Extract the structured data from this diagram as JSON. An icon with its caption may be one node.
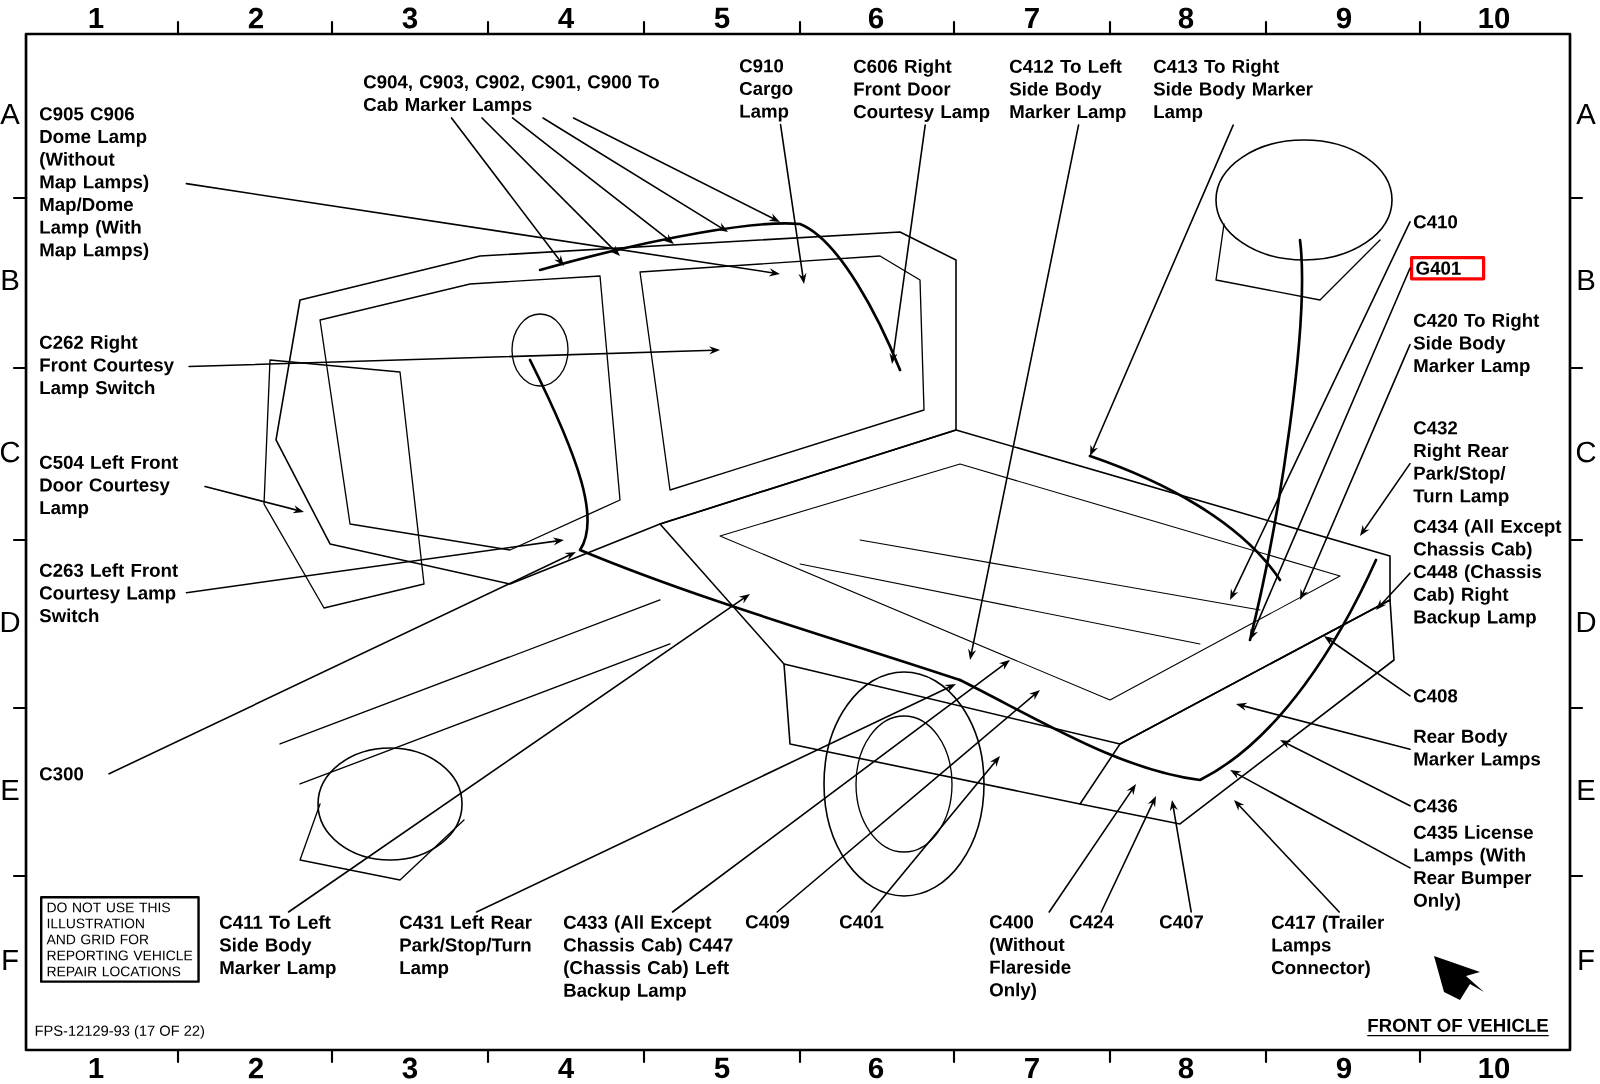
{
  "diagram": {
    "nodes": [
      {
        "text": [
          "C904, C903, C902, C901, C900 To Cab Marker Lamps"
        ]
      },
      {
        "text": [
          "C910 Cargo Lamp"
        ]
      },
      {
        "text": [
          "C606 Right Front Door Courtesy Lamp"
        ]
      },
      {
        "text": [
          "C412 To Left Side Body Marker Lamp"
        ]
      },
      {
        "text": [
          "C413 To Right Side Body Marker Lamp"
        ]
      },
      {
        "text": [
          "C905 C906 Dome Lamp (Without Map Lamps) Map/Dome Lamp (With Map Lamps)"
        ]
      },
      {
        "text": [
          "C262 Right Front Courtesy Lamp Switch"
        ]
      },
      {
        "text": [
          "C504 Left Front Door Courtesy Lamp"
        ]
      },
      {
        "text": [
          "C263 Left Front Courtesy Lamp Switch"
        ]
      },
      {
        "text": [
          "C300"
        ]
      },
      {
        "text": [
          "C411 To Left Side Body Marker Lamp"
        ]
      },
      {
        "text": [
          "C431 Left Rear Park/Stop/Turn Lamp"
        ]
      },
      {
        "text": [
          "C433 (All Except Chassis Cab) C447 (Chassis Cab) Left Backup Lamp"
        ]
      },
      {
        "text": [
          "C409"
        ]
      },
      {
        "text": [
          "C401"
        ]
      },
      {
        "text": [
          "C400 (Without Flareside Only)"
        ]
      },
      {
        "text": [
          "C424"
        ]
      },
      {
        "text": [
          "C407"
        ]
      },
      {
        "text": [
          "C417 (Trailer Lamps Connector)"
        ]
      },
      {
        "text": [
          "C410"
        ]
      },
      {
        "text": [
          "G401"
        ]
      },
      {
        "text": [
          "C420 To Right Side Body Marker Lamp"
        ]
      },
      {
        "text": [
          "C432 Right Rear Park/Stop/ Turn Lamp"
        ]
      },
      {
        "text": [
          "C434 (All Except Chassis Cab) C448 (Chassis Cab) Right Backup Lamp"
        ]
      },
      {
        "text": [
          "C408"
        ]
      },
      {
        "text": [
          "Rear Body Marker Lamps"
        ]
      },
      {
        "text": [
          "C436"
        ]
      },
      {
        "text": [
          "C435 License Lamps (With Rear Bumper Only)"
        ]
      },
      {
        "text": [
          "DO NOT USE THIS ILLUSTRATION AND GRID FOR REPORTING VEHICLE REPAIR LOCATIONS"
        ]
      }
    ],
    "edges": [
      {
        "from": 0,
        "to": null,
        "arrow": "to"
      },
      {
        "from": 0,
        "to": null,
        "arrow": "to"
      },
      {
        "from": 0,
        "to": null,
        "arrow": "to"
      },
      {
        "from": 0,
        "to": null,
        "arrow": "to"
      },
      {
        "from": 0,
        "to": null,
        "arrow": "to"
      },
      {
        "from": 1,
        "to": null,
        "arrow": "to"
      },
      {
        "from": 2,
        "to": null,
        "arrow": "to"
      },
      {
        "from": 3,
        "to": null,
        "arrow": "to"
      },
      {
        "from": 4,
        "to": null,
        "arrow": "to"
      },
      {
        "from": 5,
        "to": null,
        "arrow": "to"
      },
      {
        "from": 6,
        "to": null,
        "arrow": "to"
      },
      {
        "from": 7,
        "to": null,
        "arrow": "to"
      },
      {
        "from": 8,
        "to": null,
        "arrow": "to"
      },
      {
        "from": 9,
        "to": null,
        "arrow": "to"
      },
      {
        "from": 10,
        "to": null,
        "arrow": "to"
      },
      {
        "from": 11,
        "to": null,
        "arrow": "to"
      },
      {
        "from": 12,
        "to": null,
        "arrow": "to"
      },
      {
        "from": 13,
        "to": null,
        "arrow": "to"
      },
      {
        "from": 14,
        "to": null,
        "arrow": "to"
      },
      {
        "from": 15,
        "to": null,
        "arrow": "to"
      },
      {
        "from": 16,
        "to": null,
        "arrow": "to"
      },
      {
        "from": 17,
        "to": null,
        "arrow": "to"
      },
      {
        "from": 18,
        "to": null,
        "arrow": "to"
      },
      {
        "from": 19,
        "to": null,
        "arrow": "to"
      },
      {
        "from": 20,
        "to": null,
        "arrow": "to"
      },
      {
        "from": 21,
        "to": null,
        "arrow": "to"
      },
      {
        "from": 22,
        "to": null,
        "arrow": "to"
      },
      {
        "from": 23,
        "to": null,
        "arrow": "to"
      },
      {
        "from": 24,
        "to": null,
        "arrow": "to"
      },
      {
        "from": 25,
        "to": null,
        "arrow": "to"
      },
      {
        "from": 26,
        "to": null,
        "arrow": "to"
      },
      {
        "from": 27,
        "to": null,
        "arrow": "to"
      }
    ],
    "labels": [
      "1",
      "2",
      "3",
      "4",
      "5",
      "6",
      "7",
      "8",
      "9",
      "10",
      "A",
      "B",
      "C",
      "D",
      "E",
      "F",
      "A",
      "B",
      "C",
      "D",
      "E",
      "F",
      "1",
      "2",
      "3",
      "4",
      "5",
      "6",
      "7",
      "8",
      "9",
      "10",
      "FPS-12129-93 (17 OF 22)",
      "FRONT OF VEHICLE"
    ]
  }
}
